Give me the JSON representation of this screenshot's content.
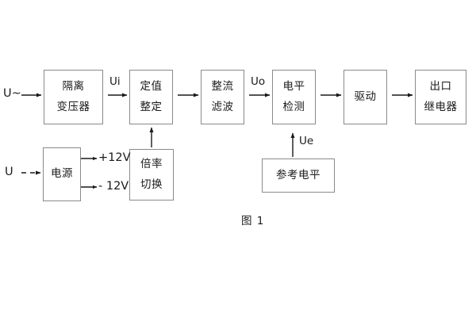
{
  "figure": {
    "caption": "图 1",
    "background_color": "#ffffff",
    "box_border_color": "#8a8a8a",
    "line_color": "#1a1a1a",
    "text_color": "#1a1a1a"
  },
  "signal_chain": {
    "blocks": [
      {
        "id": "isolation-transformer",
        "lines": [
          "隔离",
          "变压器"
        ]
      },
      {
        "id": "setpoint-setting",
        "lines": [
          "定值",
          "整定"
        ]
      },
      {
        "id": "rectify-filter",
        "lines": [
          "整流",
          "滤波"
        ]
      },
      {
        "id": "level-detection",
        "lines": [
          "电平",
          "检测"
        ]
      },
      {
        "id": "drive",
        "lines": [
          "驱动"
        ]
      },
      {
        "id": "output-relay",
        "lines": [
          "出口",
          "继电器"
        ]
      }
    ]
  },
  "power_chain": {
    "blocks": [
      {
        "id": "power-supply",
        "lines": [
          "电源"
        ]
      },
      {
        "id": "range-switching",
        "lines": [
          "倍率",
          "切换"
        ]
      }
    ],
    "rails": [
      {
        "id": "rail-positive",
        "label": "+12V"
      },
      {
        "id": "rail-negative",
        "label": "- 12V"
      }
    ]
  },
  "reference": {
    "block": {
      "id": "reference-level",
      "lines": [
        "参考电平"
      ]
    },
    "signal_label": "Ue"
  },
  "inputs": [
    {
      "id": "ac-input",
      "label": "U~"
    },
    {
      "id": "dc-input",
      "label": "U"
    }
  ],
  "signal_labels": [
    {
      "id": "ui-label",
      "label": "Ui"
    },
    {
      "id": "uo-label",
      "label": "Uo"
    }
  ]
}
